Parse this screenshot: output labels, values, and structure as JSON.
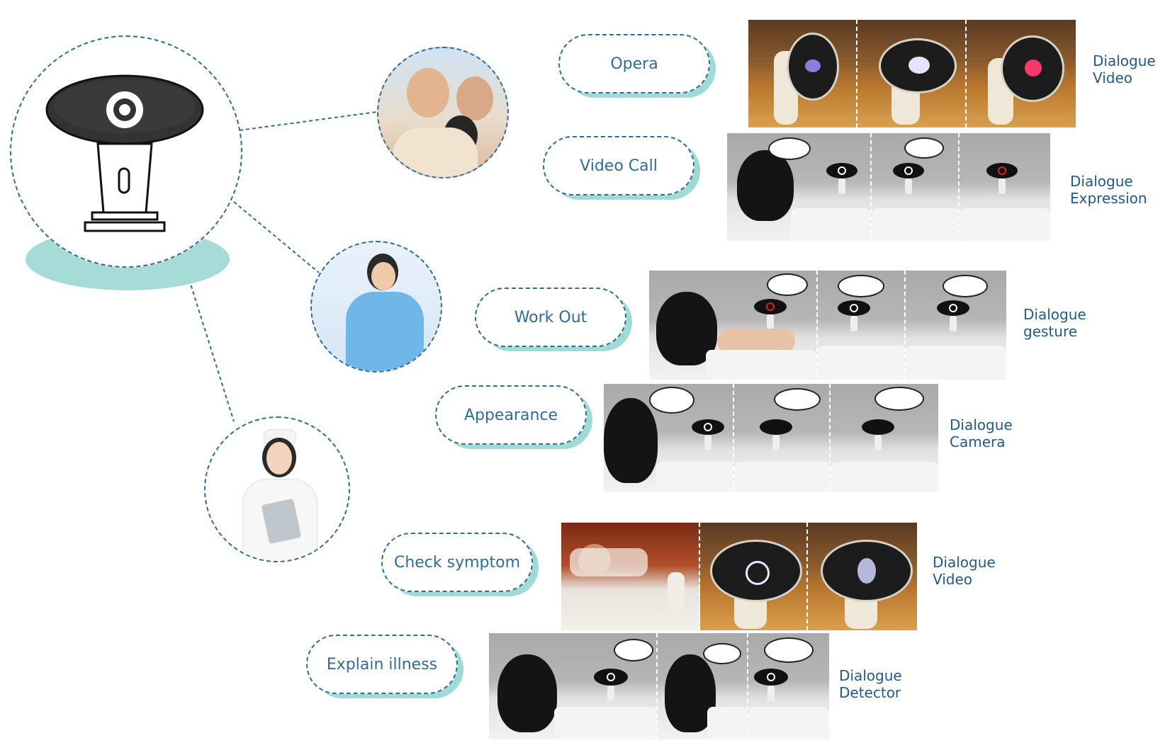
{
  "pills": {
    "opera": "Opera",
    "video_call": "Video Call",
    "work_out": "Work Out",
    "appearance": "Appearance",
    "check_symptom": "Check symptom",
    "explain_illness": "Explain illness"
  },
  "labels": {
    "opera": [
      "Dialogue",
      "Video"
    ],
    "video_call": [
      "Dialogue",
      "Expression"
    ],
    "work_out": [
      "Dialogue",
      "gesture"
    ],
    "appearance": [
      "Dialogue",
      "Camera"
    ],
    "check_symptom": [
      "Dialogue",
      "Video"
    ],
    "explain_illness": [
      "Dialogue",
      "Detector"
    ]
  },
  "colors": {
    "dashed_line": "#2f6d96",
    "pill_text": "#2f6d96",
    "pill_shadow": "#9fdad7",
    "label_text": "#1f5a8a",
    "robot_base": "#a7dbd8"
  }
}
